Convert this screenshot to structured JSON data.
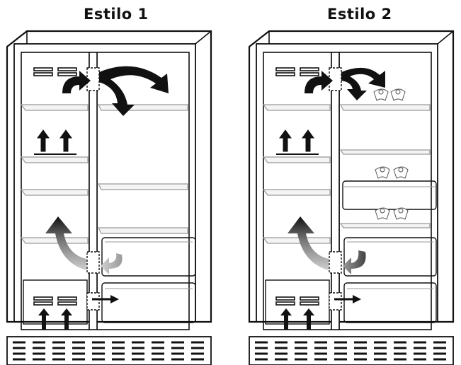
{
  "titles": {
    "style1": "Estilo 1",
    "style2": "Estilo 2"
  },
  "colors": {
    "line": "#111111",
    "shelf": "#bfbfbf",
    "arrow_dark": "#111111",
    "arrow_mid": "#555555",
    "arrow_light": "#9a9a9a",
    "bg": "#ffffff"
  },
  "diagrams": [
    {
      "name": "refrigerator-style-1",
      "variant": "style1"
    },
    {
      "name": "refrigerator-style-2",
      "variant": "style2"
    }
  ]
}
